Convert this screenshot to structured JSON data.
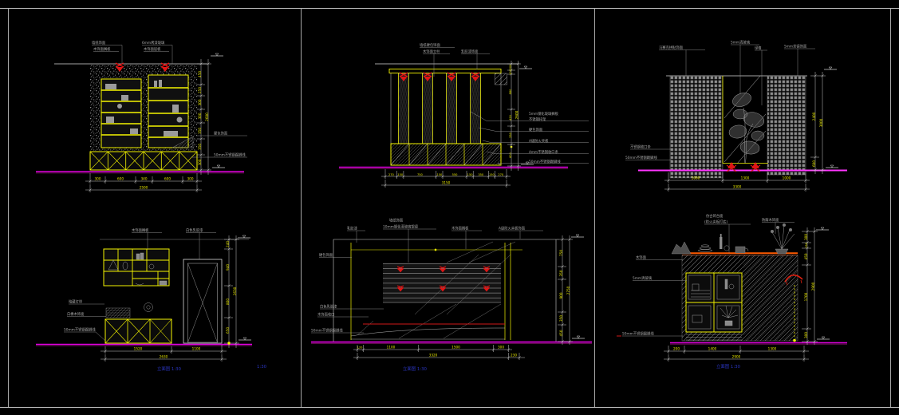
{
  "page": {
    "background": "#000000",
    "frame_color": "#b9b9b9"
  },
  "colors": {
    "accent_yellow": "#f5f500",
    "lamp_red": "#e01515",
    "baseline_magenta": "#e000e0",
    "counter_orange": "#ff5a00",
    "dim_text": "#e8e800",
    "label_text": "#a8a8a8",
    "title_blue": "#2a35c0",
    "linework": "#d4d4d4"
  },
  "footer_titles": [
    "立面图 1:30",
    "1:30",
    "立面图 1:30",
    "立面图 1:30"
  ],
  "drawings": [
    {
      "name": "bookshelf-elevation",
      "top_labels": [
        "墙纸饰面",
        "木饰面搁板",
        "6mm烤漆玻璃",
        "木饰面层板"
      ],
      "side_labels": [
        "硬包饰面",
        "50mm不锈钢踢脚线"
      ],
      "dims_bottom": [
        "300",
        "600",
        "340",
        "600",
        "300"
      ],
      "total_bottom": "2500",
      "dims_right": [
        "450",
        "250",
        "300",
        "300",
        "350",
        "350",
        "300"
      ],
      "total_right": "2600"
    },
    {
      "name": "display-wall-elevation",
      "top_labels": [
        "墙纸硬包饰面",
        "木饰面立柱",
        "乳胶漆饰面"
      ],
      "side_labels": [
        "5mm钢化玻璃搁板",
        "不锈钢托架",
        "硬包饰面",
        "A级防火夹板",
        "4mm不锈钢收口条",
        "50mm不锈钢踢脚线"
      ],
      "dims_bottom": [
        "270",
        "150",
        "750",
        "150",
        "550",
        "150",
        "350",
        "150",
        "270"
      ],
      "total_bottom": "3150",
      "dims_right": [
        "200",
        "100",
        "880",
        "420",
        "250",
        "600"
      ],
      "total_right": "2600"
    },
    {
      "name": "glass-partition-elevation",
      "top_labels": [
        "马赛克拼贴饰面",
        "5mm清玻璃",
        "绿植",
        "5mm茶镜饰面"
      ],
      "side_labels": [
        "不锈钢收口条",
        "50mm不锈钢踢脚线"
      ],
      "dims_bottom": [
        "1000",
        "1300",
        "1000"
      ],
      "total_bottom": "3300",
      "dims_right": [
        "2400",
        "600"
      ],
      "total_right": "3000"
    },
    {
      "name": "study-door-elevation",
      "top_labels": [
        "木饰面搁板",
        "白色乳胶漆"
      ],
      "side_labels": [
        "暗藏灯带",
        "白橡木饰面",
        "50mm不锈钢踢脚线"
      ],
      "dims_bottom": [
        "1520",
        "1100"
      ],
      "total_bottom": "2630",
      "dims_right": [
        "240",
        "940",
        "800",
        "650"
      ],
      "total_right": "2630"
    },
    {
      "name": "slat-feature-wall-elevation",
      "top_labels": [
        "乳胶漆",
        "墙纸饰面",
        "10mm钢化清玻璃银镜",
        "木饰面搁板",
        "A级防火夹板饰面"
      ],
      "side_labels": [
        "硬包饰面",
        "白色乳胶漆",
        "木饰面收口",
        "50mm不锈钢踢脚线"
      ],
      "dims_bottom": [
        "120",
        "1100",
        "1500",
        "300"
      ],
      "total_bottom": "3320",
      "dim_extra": "230",
      "dims_right": [
        "750",
        "350",
        "900",
        "350",
        "450"
      ],
      "total_right": "2750"
    },
    {
      "name": "bar-counter-elevation",
      "top_labels": [
        "仿古砖台面",
        "(防火夹板打底)",
        "防腐木饰面"
      ],
      "side_labels": [
        "木饰面",
        "5mm清玻璃",
        "50mm不锈钢踢脚线"
      ],
      "dims_bottom": [
        "200",
        "1400",
        "1300"
      ],
      "total_bottom": "2900",
      "dims_right": [
        "300",
        "150",
        "450",
        "1700",
        "300"
      ],
      "total_right": "2900"
    }
  ]
}
